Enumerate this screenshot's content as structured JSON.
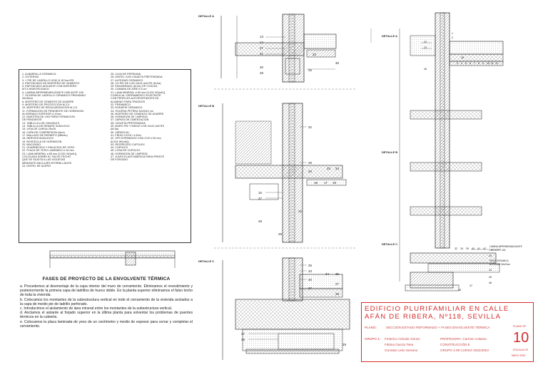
{
  "legend_col1": [
    "1. ALBARDILLA CERAMICA",
    "2. GOTERON",
    "3. 1 PIE DE LADRILLO HCM 11,5/7cm+RS",
    "4. ENFOSCADO DE MORTERO DE CEMENTO",
    "5. ENFOSCADO AISLANTE CON MORTERO",
    "   MT-5 HIDROFUGADO",
    "6. LAMINA IMPERMEABILIZANTE LBM-40/FP-160",
    "7. SOLERIA DE LADRILLO CERAMICO PRENSADO",
    "   30x30cm",
    "8. MORTERO DE CEMENTO DE AGARRE",
    "9. MORTERO DE PROTECCION M-2,5",
    "10. MORTERO DE REGULARIZACION M-2,5",
    "11. FORMACION DE PENDIENTE DE HORMIGON",
    "    ALIGERADO ESPESOR 4-10cm",
    "12. MAESTRA DE LHD PARA FORMACION",
    "    DE PENDIENTE",
    "13. TABLILLA LHD 100x25x3,5",
    "14. TABLILLA DE REMATE 5x30x10/10",
    "15. VIGA DE CARGA 25x25",
    "16. CAPA DE COMPRESION (6cm)",
    "17. MALLAZO DE REPARTO (Ø6mm)",
    "18. NERVIOS 8x30x10/10",
    "19. BOVEDILLA DE HORMIGON",
    "20. MACIZADO",
    "21. GUARNECIDO Y ENLUCIDO DE YESO",
    "22. PLACA DE YESO LAMINADO e:15 mm",
    "23. LANA MINERAL e:55 mm [0,031 W/(mK)]",
    "    COLOCADA SOBRE EL FALSO TECHO",
    "    QUE SE SUJETA A LAS VIGUETAS",
    "    MEDIANTE ANCLAJES ATORNILLADOS",
    "24. DINTEL DE ACERO"
  ],
  "legend_col2": [
    "25. CAJA DE PERSIANA",
    "26. DINTEL CON VIGUETA PRETENSADA",
    "27. ALFEIZAR CERAMICO",
    "28. 1/2 PIE DE LHD 24x11,5x5 RS (M-5a)",
    "29. ENGARRADO (M-5a) GP-CSIII-W1",
    "30. CAMARA DE AIRE e:5 cm",
    "31. LANA MINERAL e:55 mm [0,031 W/(mK)]",
    "    COSIDO AL CERRAMIENTO EXISTENTE",
    "    CON PERFILES AUTOPORTANTES DE",
    "    ALUMINIO PARA TRASDOS",
    "32. PREMARCO",
    "33. RODAPIE CERAMICO",
    "34. SOLERIA PETREA 30x30x2 cm",
    "35. MORTERO DE CEMENTO DE AGARRE",
    "36. HORMIGON DE LIMPIEZA",
    "37. ZAPATA DE CIMENTACION",
    "38. VIGUETA PRETENSADA",
    "39. MURO PIE Y MEDIO LHD 24x11,5x5 RS",
    "    (M-5a)",
    "40. ZAPATA M.I.",
    "41. FRISO COTA +1.00m",
    "42. XPS EXPANDIDO CON CO2 e:30 mm",
    "    [0,034 W/(mK)]",
    "43. RECRECIDO CUPOLEX",
    "44. CUPOLEX",
    "45. LOSA DE CUPOLEX",
    "46. HORMIGON DE LIMPIEZA",
    "47. JUNTA ELASTOMERICA PARA FRENTE",
    "    DE FORJADO"
  ],
  "phases": {
    "title": "FASES DE PROYECTO DE LA ENVOLVENTE TÉRMICA",
    "items": [
      "a.      Procedemos al desmontaje de la capa interior del muro de cerramiento. Eliminamos el revestimiento y posteriormente la primera capa de ladrillos de hueco doble. En la planta superior eliminamos el falso techo de toda la vivienda.",
      "b.      Colocamos los montantes de la subestructura vertical en todo el cerramiento de la vivienda anclados a la capa de medio pie de ladrillo perforado.",
      "c.      Introducimos el aislamiento de lana mineral entre los montantes de la subestructura vertical.",
      "d.      Anclamos el aislante al forjado superior en la última planta para solventar los problemas de puentes térmicos en la cubierta.",
      "e.      Colocamos la placa laminada de yeso de un centímetro y medio de espesor para cerrar y completar el cerramiento."
    ]
  },
  "details": {
    "a_left": "DETALLE A",
    "b_left": "DETALLE B",
    "c_left": "DETALLE C",
    "a_right": "DETALLE A",
    "b_right": "DETALLE B",
    "c_right": "DETALLE C"
  },
  "callouts": {
    "a": [
      "13",
      "14",
      "47",
      "21",
      "25",
      "36",
      "33",
      "30",
      "29"
    ],
    "b": [
      "32",
      "29",
      "30",
      "33",
      "34",
      "15",
      "47",
      "18",
      "17",
      "19",
      "28",
      "22",
      "29"
    ],
    "c": [
      "25",
      "33",
      "30",
      "37",
      "34",
      "35",
      "27",
      "38",
      "37",
      "39",
      "29"
    ],
    "right_top": [
      "1",
      "2",
      "3",
      "4",
      "5",
      "6",
      "7",
      "8",
      "9",
      "10",
      "11",
      "12",
      "22",
      "23",
      "26",
      "36"
    ],
    "right_bottom": [
      "32",
      "34",
      "39",
      "40",
      "41",
      "42",
      "43",
      "44",
      "45",
      "46",
      "47",
      "48"
    ]
  },
  "right_note": {
    "line1": "LAMINA IMPERMEABILIZANTE",
    "line2": "LBM-40/FP-160",
    "line3": "PIEZA CERAMICA",
    "line4": "ALFEIZAR 30x22cm"
  },
  "titleblock": {
    "title": "EDIFICIO PLURIFAMILIAR EN CALLE AFÁN DE RIBERA, Nº118, SEVILLA",
    "plano_label": "PLANO:",
    "plano_value": "SECCIÓN ESTADO REFORMADO + FASES ENVOLVENTE TÉRMICA",
    "plano_n_label": "PLANO Nº",
    "plano_n": "10",
    "grupo_label": "GRUPO 4:",
    "members": [
      "Federico Arévalo Alonso",
      "Fátima García Tesa",
      "Gonzalo León Serrano"
    ],
    "profesora": "PROFESORA: Carmen Calama",
    "asignatura": "CONSTRUCCIÓN 5",
    "grupo_curso": "GRUPO 4.09   CURSO 2022/2023",
    "escala_label": "ESCALA",
    "escala_value": "1:20",
    "fecha": "MAYO 2023"
  },
  "colors": {
    "line": "#222222",
    "accent": "#d52b2b",
    "hatch": "#555555"
  }
}
